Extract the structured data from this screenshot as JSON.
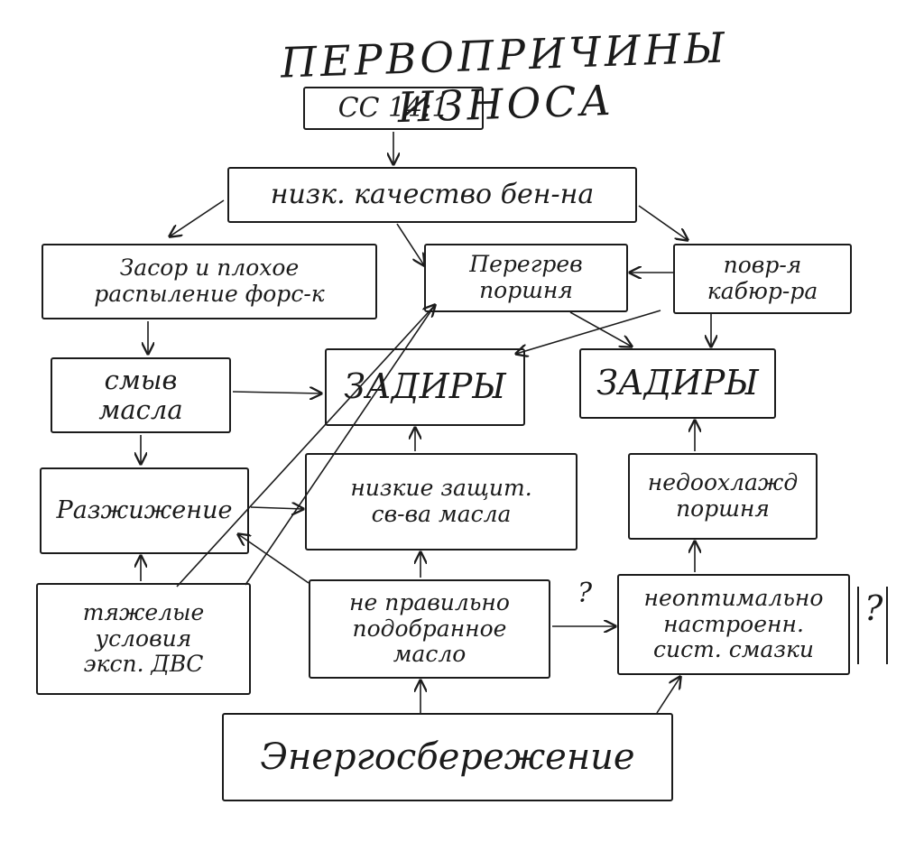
{
  "title": "ПЕРВОПРИЧИНЫ ИЗНОСА",
  "nodes": {
    "cc14": "СС 14:1",
    "low_quality_fuel": "низк. качество бен-на",
    "injector_clog": "Засор и плохое\nраспыление форс-к",
    "piston_overheat": "Перегрев\nпоршня",
    "damaged_carb": "повр-я\nкабюр-ра",
    "oil_washoff": "смыв\nмасла",
    "scoring_1": "ЗАДИРЫ",
    "scoring_2": "ЗАДИРЫ",
    "dilution": "Разжижение",
    "low_protective": "низкие защит.\nсв-ва масла",
    "piston_undercooling": "недоохлажд\nпоршня",
    "heavy_conditions": "тяжелые\nусловия\nэксп. ДВС",
    "wrong_oil": "не правильно\nподобранное\nмасло",
    "lube_system": "неоптимально\nнастроенн.\nсист. смазки",
    "energy_saving": "Энергосбережение"
  },
  "question_marks": [
    "?",
    "?"
  ]
}
